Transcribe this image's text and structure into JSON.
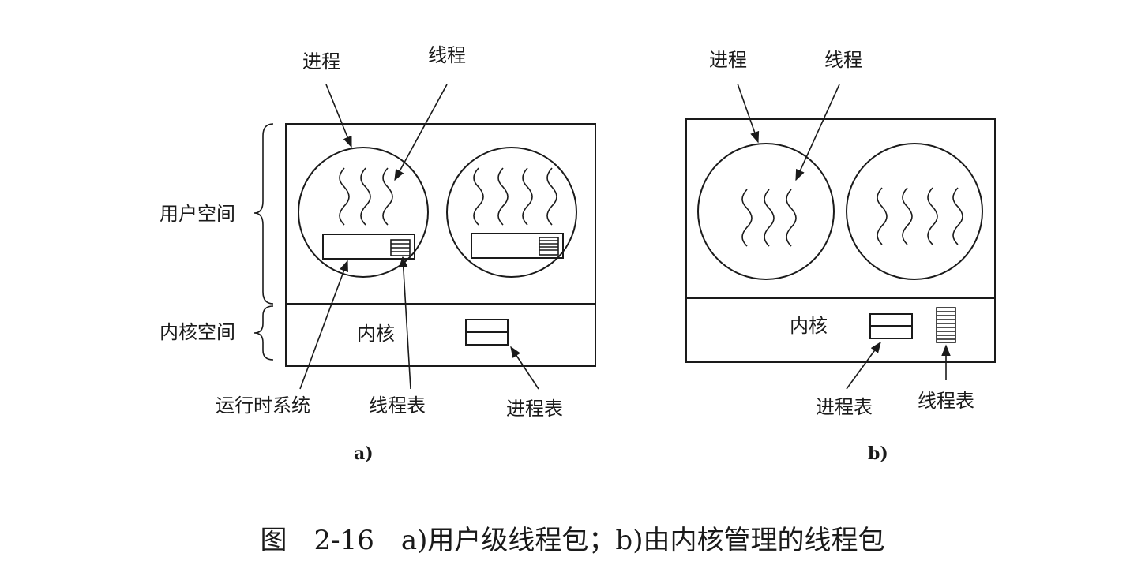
{
  "diagram_a": {
    "label_process": "进程",
    "label_thread": "线程",
    "label_user_space": "用户空间",
    "label_kernel_space": "内核空间",
    "label_kernel": "内核",
    "label_runtime": "运行时系统",
    "label_thread_table": "线程表",
    "label_process_table": "进程表",
    "sub_label": "a)"
  },
  "diagram_b": {
    "label_process": "进程",
    "label_thread": "线程",
    "label_kernel": "内核",
    "label_process_table": "进程表",
    "label_thread_table": "线程表",
    "sub_label": "b)"
  },
  "caption": "图　2-16　a)用户级线程包；b)由内核管理的线程包"
}
